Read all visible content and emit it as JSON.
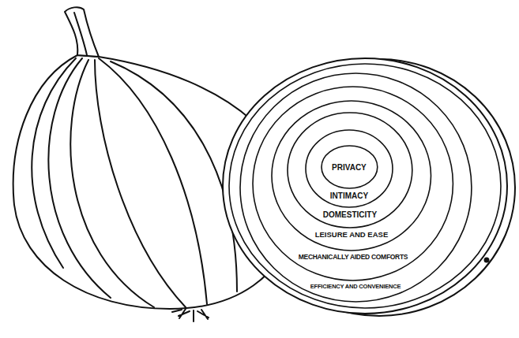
{
  "diagram": {
    "nodes": [
      {
        "text": [
          "EFFICIENCY AND CONVENIENCE"
        ]
      },
      {
        "text": [
          "MECHANICALLY AIDED COMFORTS"
        ],
        "in": 0
      },
      {
        "text": [
          "LEISURE AND EASE"
        ],
        "in": 1
      },
      {
        "text": [
          "DOMESTICITY"
        ],
        "in": 2
      },
      {
        "text": [
          "INTIMACY"
        ],
        "in": 3
      },
      {
        "text": [
          "PRIVACY"
        ],
        "in": 4
      }
    ]
  }
}
